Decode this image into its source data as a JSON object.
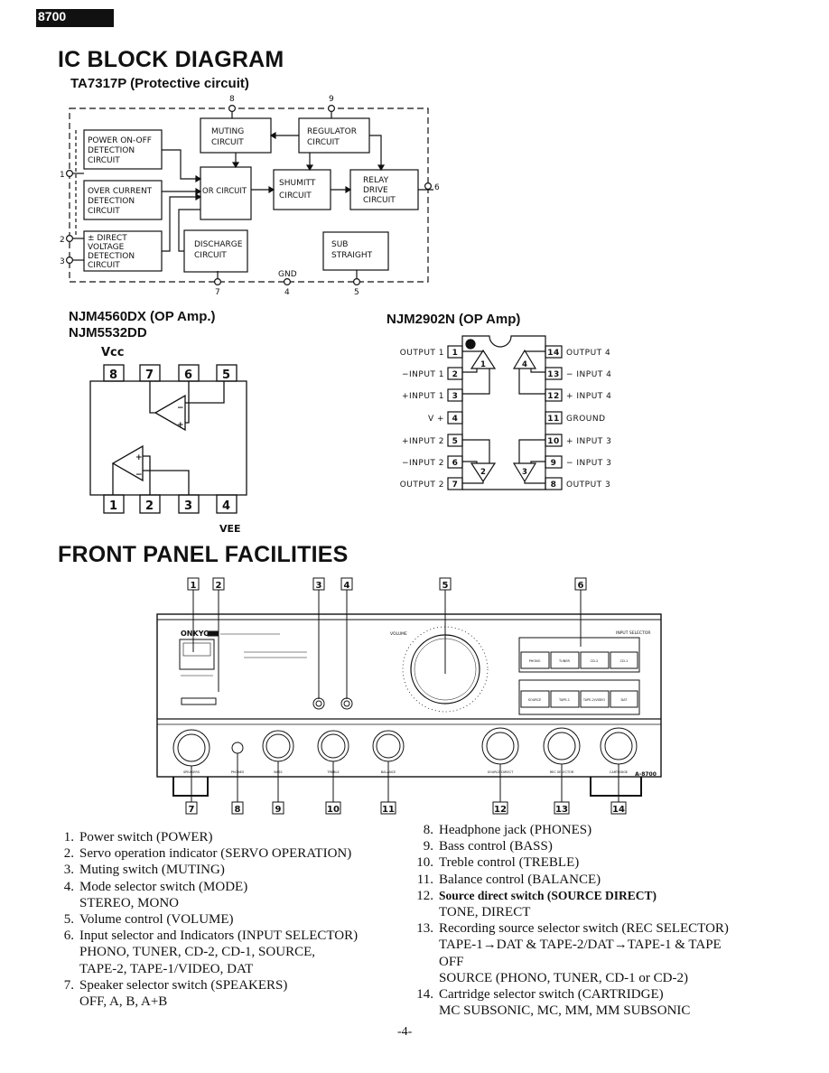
{
  "header": {
    "tab_text": "8700"
  },
  "section1": {
    "title": "IC BLOCK DIAGRAM"
  },
  "ta7317": {
    "title": "TA7317P (Protective circuit)",
    "blocks": {
      "power": [
        "POWER ON-OFF",
        "DETECTION",
        "CIRCUIT"
      ],
      "overcurrent": [
        "OVER CURRENT",
        "DETECTION",
        "CIRCUIT"
      ],
      "direct": [
        "± DIRECT",
        "VOLTAGE",
        "DETECTION",
        "CIRCUIT"
      ],
      "muting": [
        "MUTING",
        "CIRCUIT"
      ],
      "regulator": [
        "REGULATOR",
        "CIRCUIT"
      ],
      "or": "OR CIRCUIT",
      "shumitt": [
        "SHUMITT",
        "CIRCUIT"
      ],
      "relay": [
        "RELAY",
        "DRIVE",
        "CIRCUIT"
      ],
      "discharge": [
        "DISCHARGE",
        "CIRCUIT"
      ],
      "sub": [
        "SUB",
        "STRAIGHT"
      ]
    },
    "pins": {
      "p1": "1",
      "p2": "2",
      "p3": "3",
      "p4": "4",
      "p6": "6",
      "p7": "7",
      "p5": "5",
      "p8": "8",
      "p9": "9"
    },
    "gnd": "GND"
  },
  "njm4560": {
    "title1": "NJM4560DX (OP Amp.)",
    "title2": "NJM5532DD",
    "vcc": "Vcc",
    "vee": "VEE",
    "top_pins": [
      "8",
      "7",
      "6",
      "5"
    ],
    "bottom_pins": [
      "1",
      "2",
      "3",
      "4"
    ]
  },
  "njm2902": {
    "title": "NJM2902N (OP Amp)",
    "left": [
      {
        "label": "OUTPUT 1",
        "pin": "1"
      },
      {
        "label": "−INPUT 1",
        "pin": "2"
      },
      {
        "label": "+INPUT 1",
        "pin": "3"
      },
      {
        "label": "V +",
        "pin": "4"
      },
      {
        "label": "+INPUT 2",
        "pin": "5"
      },
      {
        "label": "−INPUT 2",
        "pin": "6"
      },
      {
        "label": "OUTPUT 2",
        "pin": "7"
      }
    ],
    "right": [
      {
        "label": "OUTPUT 4",
        "pin": "14"
      },
      {
        "label": "− INPUT 4",
        "pin": "13"
      },
      {
        "label": "+ INPUT 4",
        "pin": "12"
      },
      {
        "label": "GROUND",
        "pin": "11"
      },
      {
        "label": "+ INPUT 3",
        "pin": "10"
      },
      {
        "label": "− INPUT 3",
        "pin": "9"
      },
      {
        "label": "OUTPUT 3",
        "pin": "8"
      }
    ],
    "amp_labels": [
      "1",
      "4",
      "2",
      "3"
    ]
  },
  "section2": {
    "title": "FRONT PANEL FACILITIES"
  },
  "panel": {
    "callouts_top": [
      "1",
      "2",
      "3",
      "4",
      "5",
      "6"
    ],
    "callouts_bottom": [
      "7",
      "8",
      "9",
      "10",
      "11",
      "12",
      "13",
      "14"
    ],
    "brand": "ONKYO",
    "model": "A-8700",
    "input_selector": "INPUT SELECTOR",
    "volume": "VOLUME",
    "buttons_row1": [
      "PHONO",
      "TUNER",
      "CD-2",
      "CD-1"
    ],
    "buttons_row2": [
      "SOURCE",
      "TAPE-1",
      "TAPE-2/VIDEO",
      "DAT"
    ],
    "knob_labels": [
      "SPEAKERS",
      "PHONES",
      "BASS",
      "TREBLE",
      "BALANCE",
      "SOURCE DIRECT",
      "REC SELECTOR",
      "CARTRIDGE"
    ]
  },
  "list_left": [
    {
      "num": "1.",
      "text": "Power switch (POWER)"
    },
    {
      "num": "2.",
      "text": "Servo operation indicator (SERVO OPERATION)"
    },
    {
      "num": "3.",
      "text": "Muting switch (MUTING)"
    },
    {
      "num": "4.",
      "text": "Mode selector switch (MODE)"
    },
    {
      "num": "",
      "text": "STEREO, MONO"
    },
    {
      "num": "5.",
      "text": "Volume control (VOLUME)"
    },
    {
      "num": "6.",
      "text": "Input selector and Indicators (INPUT SELECTOR)"
    },
    {
      "num": "",
      "text": "PHONO, TUNER, CD-2, CD-1, SOURCE,"
    },
    {
      "num": "",
      "text": "TAPE-2, TAPE-1/VIDEO, DAT"
    },
    {
      "num": "7.",
      "text": "Speaker selector switch (SPEAKERS)"
    },
    {
      "num": "",
      "text": "OFF, A, B, A+B"
    }
  ],
  "list_right": [
    {
      "num": "8.",
      "text": "Headphone jack (PHONES)"
    },
    {
      "num": "9.",
      "text": "Bass control (BASS)"
    },
    {
      "num": "10.",
      "text": "Treble control (TREBLE)"
    },
    {
      "num": "11.",
      "text": "Balance control (BALANCE)"
    },
    {
      "num": "12.",
      "text": "Source direct switch (SOURCE DIRECT)"
    },
    {
      "num": "",
      "text": "TONE, DIRECT"
    },
    {
      "num": "13.",
      "text": "Recording source selector switch (REC SELECTOR)"
    },
    {
      "num": "",
      "text": "TAPE-1→DAT & TAPE-2/DAT→TAPE-1 & TAPE"
    },
    {
      "num": "",
      "text": "OFF"
    },
    {
      "num": "",
      "text": "SOURCE (PHONO, TUNER, CD-1 or CD-2)"
    },
    {
      "num": "14.",
      "text": "Cartridge selector switch (CARTRIDGE)"
    },
    {
      "num": "",
      "text": "MC SUBSONIC, MC, MM, MM SUBSONIC"
    }
  ],
  "footer": {
    "page": "-4-"
  }
}
